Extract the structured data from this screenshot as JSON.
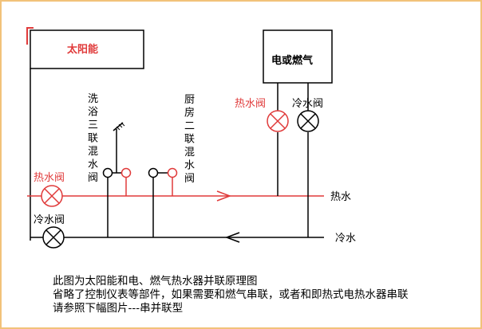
{
  "diagram": {
    "solar": {
      "label": "太阳能"
    },
    "gas_heater": {
      "label": "电或燃气"
    },
    "valves": {
      "hot_left": "热水阀",
      "cold_left": "冷水阀",
      "hot_right": "热水阀",
      "cold_right": "冷水阀"
    },
    "fixtures": {
      "bath_mixer": "洗浴三联混水阀",
      "kitchen_mixer": "厨房二联混水阀"
    },
    "pipes": {
      "hot": "热水",
      "cold": "冷水"
    },
    "colors": {
      "hot": "#e03a3a",
      "line": "#000000",
      "text_red": "#e03a3a",
      "border": "#f2c27a"
    }
  },
  "caption": {
    "lines": [
      "此图为太阳能和电、燃气热水器并联原理图",
      "省略了控制仪表等部件，如果需要和燃气串联，或者和即热式电热水器串联",
      "请参照下幅图片---串并联型"
    ]
  }
}
